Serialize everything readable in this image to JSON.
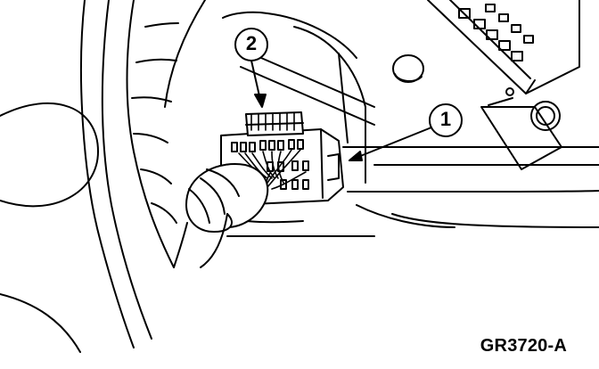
{
  "callouts": [
    {
      "number": "1",
      "target": "connector-housing"
    },
    {
      "number": "2",
      "target": "connector-locking-tab"
    }
  ],
  "figure_id": "GR3720-A",
  "colors": {
    "line": "#000000",
    "background": "#ffffff"
  }
}
